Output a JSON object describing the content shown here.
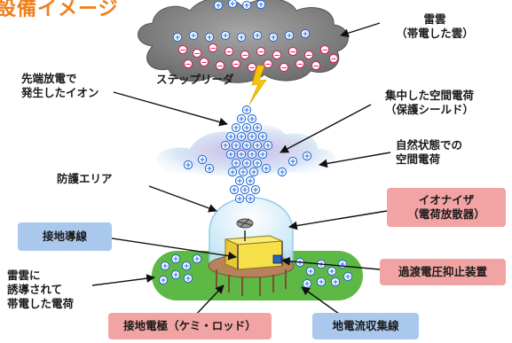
{
  "title": "設備イメージ",
  "labels": {
    "thundercloud": [
      "雷雲",
      "（帯電した雲）"
    ],
    "stepped_leader": "ステップリーダ",
    "streamer_ions": [
      "先端放電で",
      "発生したイオン"
    ],
    "shield_charge": [
      "集中した空間電荷",
      "（保護シールド）"
    ],
    "natural_charge": [
      "自然状態での",
      "空間電荷"
    ],
    "protection_area": "防護エリア",
    "induced_charge": [
      "雷雲に",
      "誘導されて",
      "帯電した電荷"
    ]
  },
  "tags": {
    "ionizer": [
      "イオナイザ",
      "（電荷放散器）"
    ],
    "ground_conductor": "接地導線",
    "surge_protector": "過渡電圧抑止装置",
    "ground_electrode": "接地電極（ケミ・ロッド）",
    "current_collector": "地電流収集線"
  },
  "colors": {
    "title": "#ef7f1a",
    "tag_pink": "#f2a3a3",
    "tag_blue": "#a9c8ec",
    "cloud": "#8c8c8c",
    "ground_green": "#5db844",
    "dome": "#cfeaf8",
    "building": "#f6e04a",
    "lightning": "#f5c400",
    "negative_charge": "#d9245a",
    "positive_charge": "#2a6fd6"
  },
  "charge_symbols": {
    "positive": "+",
    "negative": "−"
  }
}
